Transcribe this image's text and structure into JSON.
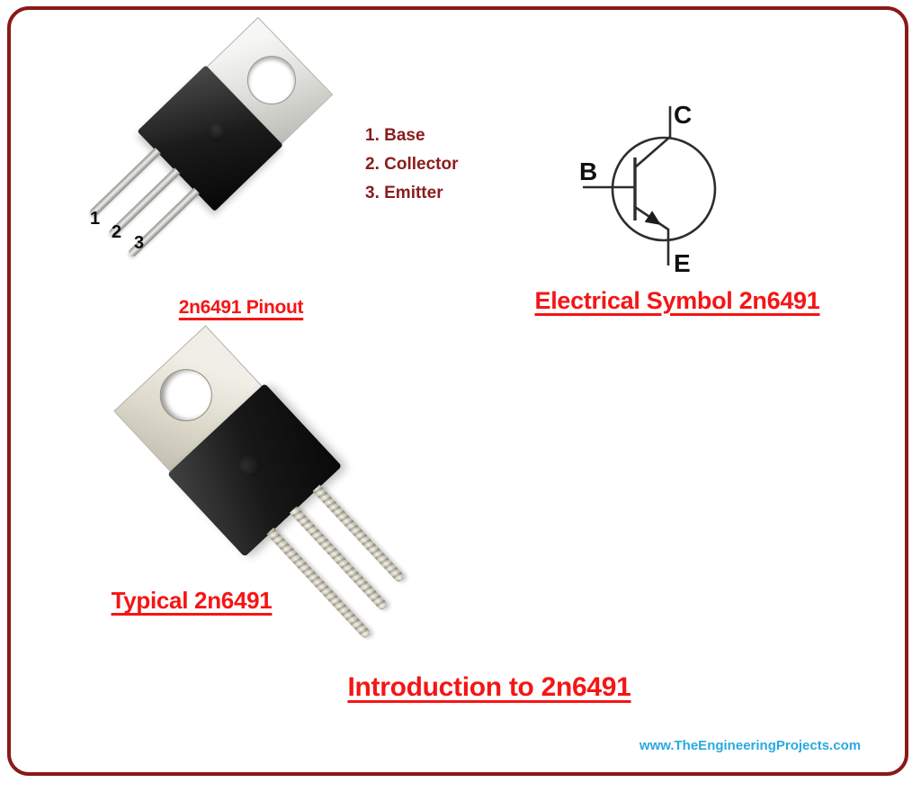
{
  "pinout": {
    "pin_numbers": [
      "1",
      "2",
      "3"
    ],
    "legend": [
      "1. Base",
      "2. Collector",
      "3. Emitter"
    ],
    "caption": "2n6491 Pinout"
  },
  "symbol": {
    "caption": "Electrical Symbol 2n6491",
    "labels": {
      "collector": "C",
      "base": "B",
      "emitter": "E"
    }
  },
  "typical": {
    "caption": "Typical 2n6491"
  },
  "footer": {
    "title": "Introduction to 2n6491",
    "website": "www.TheEngineeringProjects.com"
  },
  "colors": {
    "frame_maroon": "#8a1a17",
    "caption_red": "#f51515",
    "legend_maroon": "#8b1c1c",
    "website_blue": "#2aa9e0",
    "symbol_ink": "#2d2d2d"
  }
}
